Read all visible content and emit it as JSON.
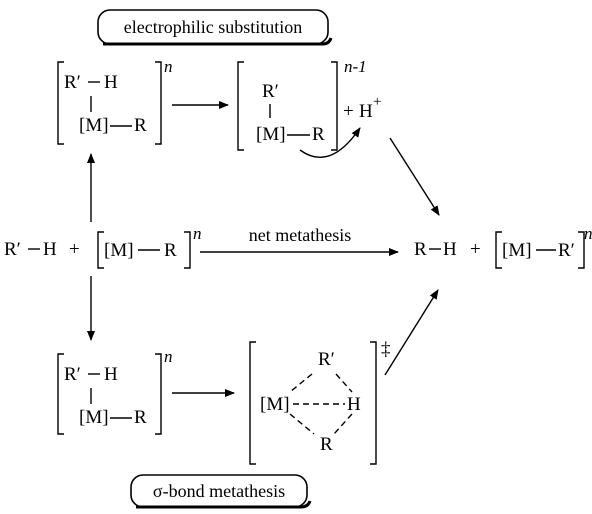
{
  "labels": {
    "top": "electrophilic substitution",
    "bottom": "σ-bond metathesis",
    "net": "net metathesis"
  },
  "atoms": {
    "r_prime": "R′",
    "r": "R",
    "h": "H",
    "m": "[M]",
    "r_prime_h": "R′",
    "plus": "+",
    "h_plus": "H",
    "plus_sup": "+",
    "n": "n",
    "n_minus_1": "n-1",
    "dagger": "‡",
    "rh": "R",
    "m_rprime": "R′"
  }
}
